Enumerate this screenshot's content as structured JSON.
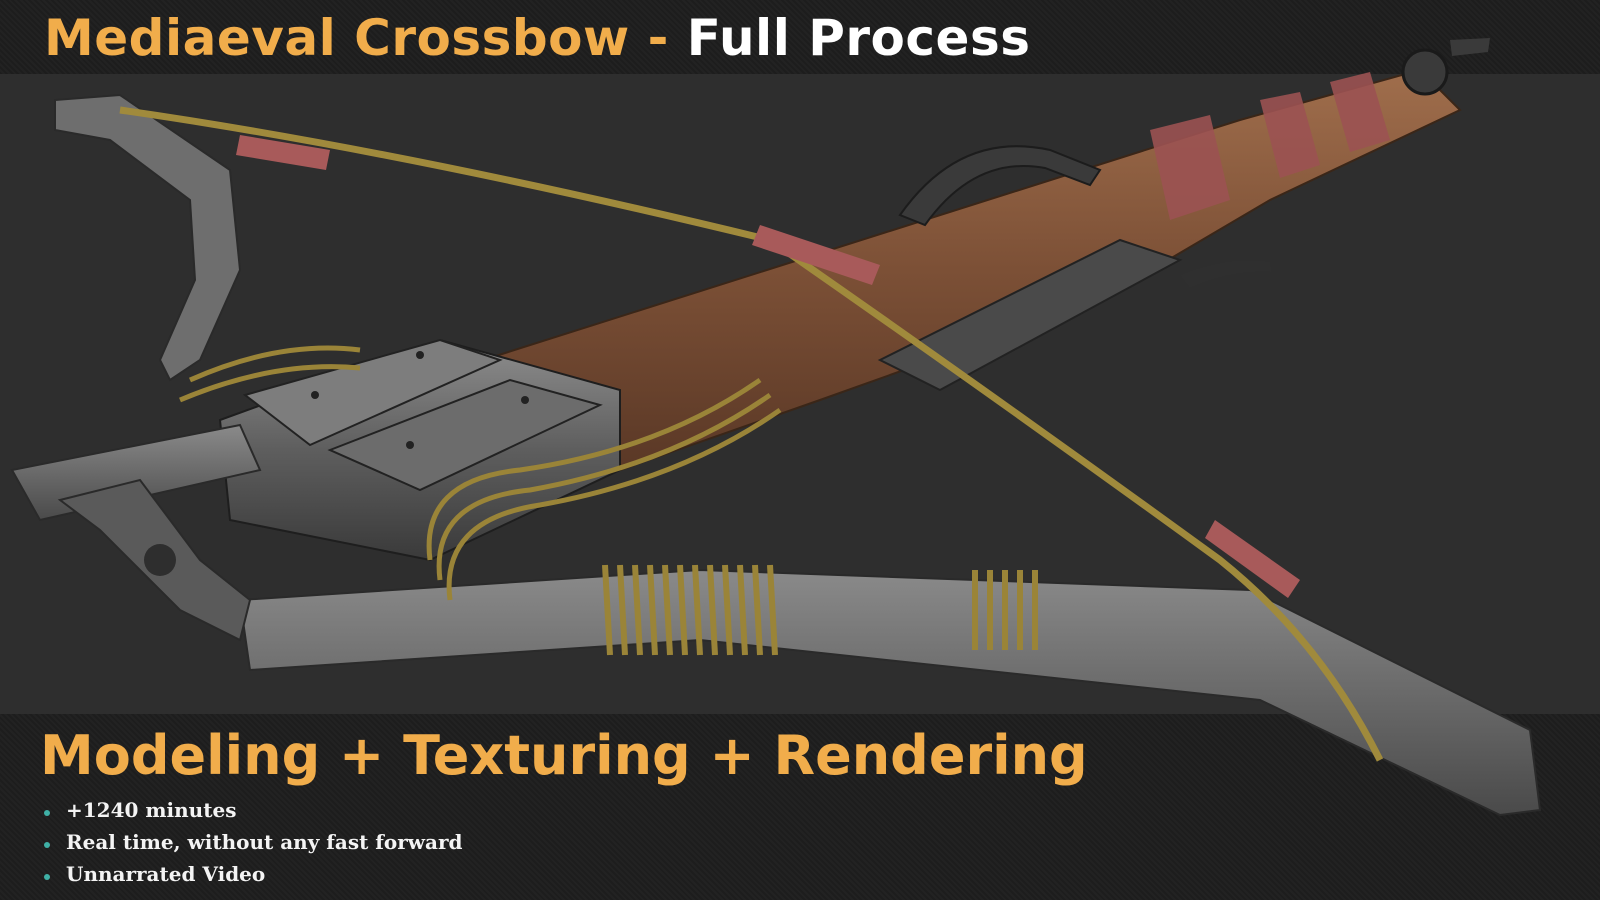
{
  "title": {
    "part1": "Mediaeval Crossbow",
    "separator": "-",
    "part2": "Full Process"
  },
  "subtitle": "Modeling + Texturing + Rendering",
  "features": [
    "+1240 minutes",
    "Real time, without any fast forward",
    "Unnarrated Video"
  ],
  "colors": {
    "accent": "#f1ad4b",
    "bullet": "#3fb0a6",
    "wood": "#8a5c40",
    "metal": "#6b6b6b",
    "rope": "#9a8438",
    "leather": "#a85a5a"
  }
}
